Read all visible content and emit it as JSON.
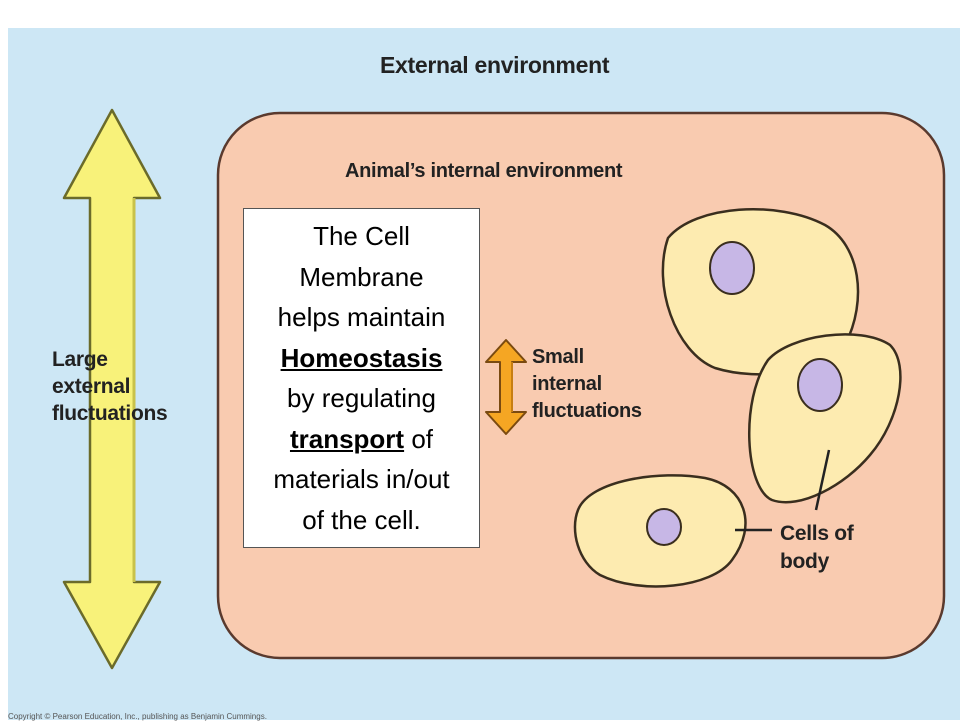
{
  "external_environment_label": "External environment",
  "internal_environment_label": "Animal’s internal environment",
  "large_fluctuations_label": [
    "Large",
    "external",
    "fluctuations"
  ],
  "small_fluctuations_label": [
    "Small",
    "internal",
    "fluctuations"
  ],
  "cells_label": [
    "Cells of",
    "body"
  ],
  "callout": {
    "line1": "The Cell",
    "line2": "Membrane",
    "line3": "helps maintain",
    "homeostasis": "Homeostasis",
    "line5": "by regulating",
    "transport": "transport",
    "of": " of",
    "line7": "materials in/out",
    "line8": "of the cell."
  },
  "copyright": "Copyright © Pearson Education, Inc., publishing as Benjamin Cummings.",
  "colors": {
    "external_background": "#cde7f5",
    "internal_environment": "#f9cbb0",
    "arrow_yellow": "#f8f27a",
    "arrow_orange": "#f5a623",
    "cell_fill": "#fdebb0",
    "nucleus_fill": "#c7b7e6"
  },
  "icons": {
    "large_arrow": "double-headed-arrow-icon",
    "small_arrow": "double-headed-arrow-icon"
  }
}
